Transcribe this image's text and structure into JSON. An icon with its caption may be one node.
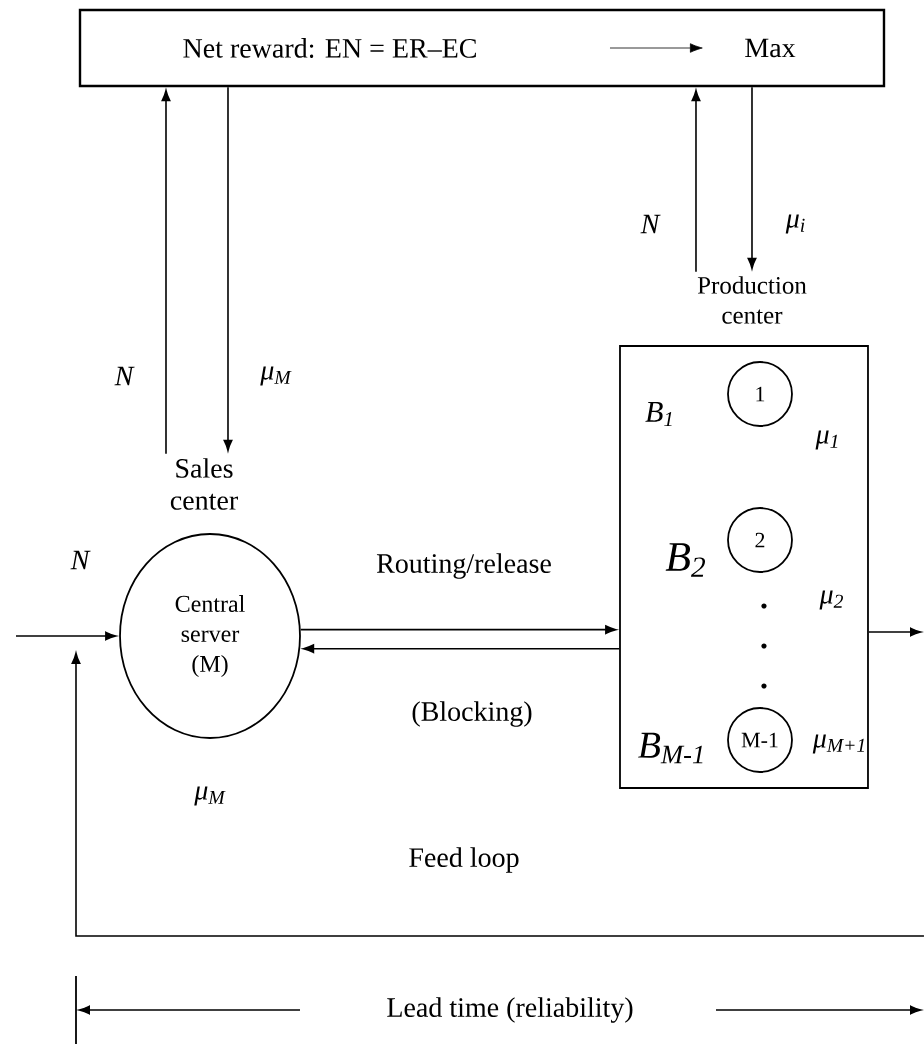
{
  "diagram": {
    "nodes": [
      {
        "text": [
          "Net reward: EN = ER–EC",
          "Max"
        ]
      },
      {
        "text": [
          "Sales center"
        ]
      },
      {
        "text": [
          "Central server (M)"
        ],
        "beside": [
          "μ$_{M}$"
        ]
      },
      {
        "text": [
          "Production center"
        ]
      },
      {
        "text": [
          "1"
        ],
        "in": 3,
        "beside": [
          "B$_{1}$",
          "μ$_{1}$"
        ]
      },
      {
        "text": [
          "2"
        ],
        "in": 3,
        "beside": [
          "B$_{2}$",
          "μ$_{2}$"
        ]
      },
      {
        "text": [
          "M-1"
        ],
        "in": 3,
        "beside": [
          "B$_{M-1}$",
          "μ$_{M+1}$"
        ]
      }
    ],
    "edges": [
      {
        "from": 1,
        "to": 0,
        "arrow": "to",
        "label": "N"
      },
      {
        "from": 0,
        "to": 1,
        "arrow": "to",
        "label": "μ$_{M}$"
      },
      {
        "from": 3,
        "to": 0,
        "arrow": "to",
        "label": "N"
      },
      {
        "from": 0,
        "to": 3,
        "arrow": "to",
        "label": "μ$_{i}$"
      },
      {
        "from": null,
        "to": 2,
        "arrow": "to",
        "label": "N"
      },
      {
        "from": 2,
        "to": 3,
        "arrow": "to",
        "label": "Routing/release"
      },
      {
        "from": 3,
        "to": 2,
        "arrow": "to",
        "label": "(Blocking)"
      },
      {
        "from": 3,
        "to": null,
        "arrow": "to"
      },
      {
        "from": null,
        "to": 2,
        "arrow": "to",
        "label": "Feed loop"
      }
    ],
    "labels": [
      "Lead time (reliability)"
    ]
  }
}
